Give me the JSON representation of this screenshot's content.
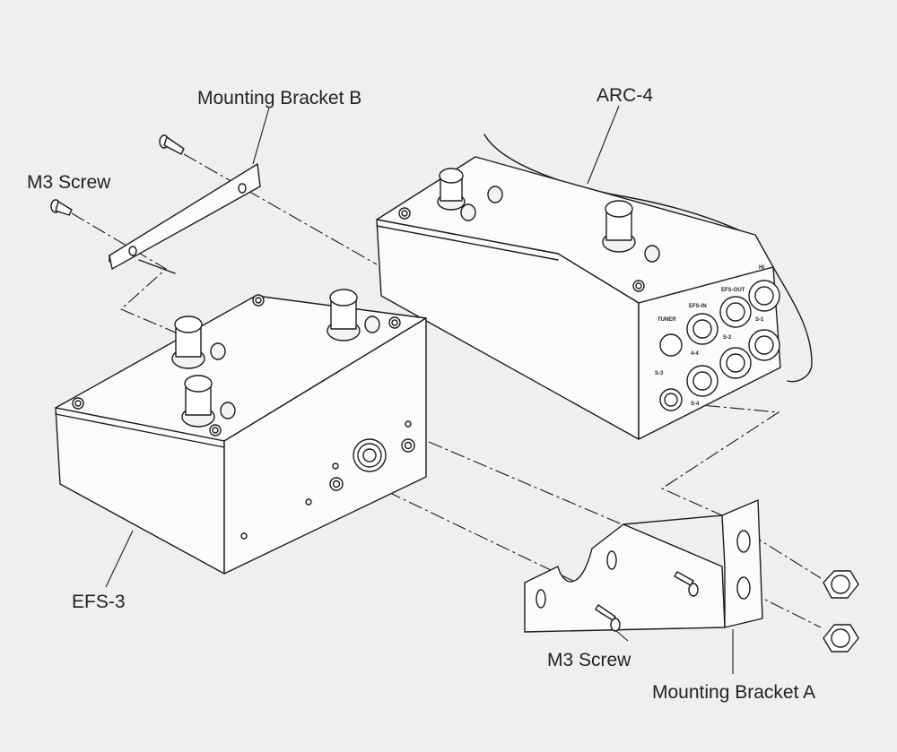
{
  "labels": {
    "mounting_bracket_b": "Mounting Bracket B",
    "m3_screw_top": "M3 Screw",
    "arc4": "ARC-4",
    "efs3": "EFS-3",
    "m3_screw_bottom": "M3 Screw",
    "mounting_bracket_a": "Mounting Bracket A"
  },
  "panel_text": {
    "tuner": "TUNER",
    "efs_in": "EFS-IN",
    "efs_out": "EFS-OUT",
    "hi": "HI",
    "s3": "S-3",
    "a4": "4-4",
    "s2": "S-2",
    "s4": "S-4",
    "s1": "S-1"
  },
  "colors": {
    "background": "#efefef",
    "line": "#1c1c1c",
    "text": "#222222"
  }
}
